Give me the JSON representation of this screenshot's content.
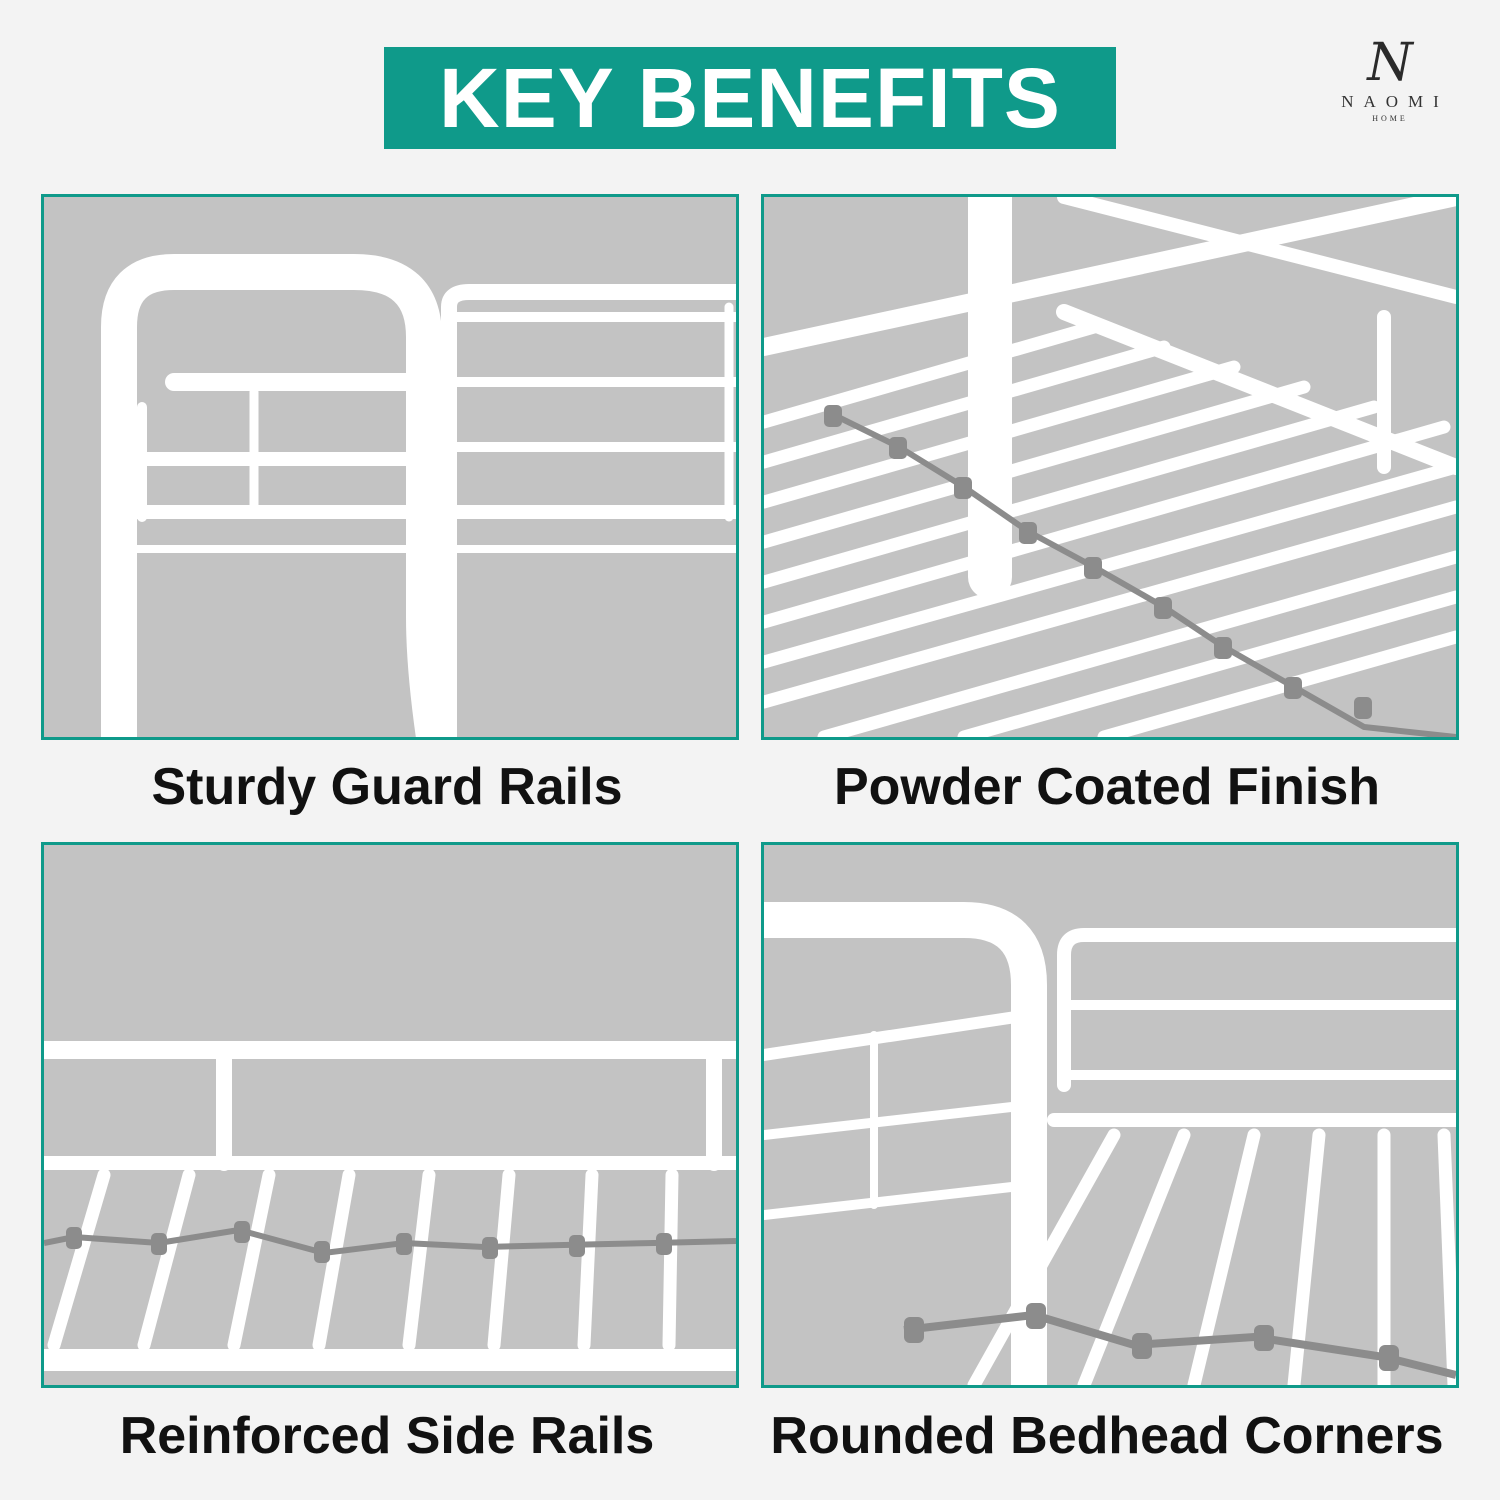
{
  "header": {
    "title": "KEY BENEFITS"
  },
  "brand": {
    "monogram": "N",
    "name": "NAOMI",
    "tagline": "HOME"
  },
  "features": [
    {
      "caption": "Sturdy Guard Rails"
    },
    {
      "caption": "Powder Coated Finish"
    },
    {
      "caption": "Reinforced Side Rails"
    },
    {
      "caption": "Rounded Bedhead Corners"
    }
  ],
  "colors": {
    "accent": "#0f9a8a",
    "panel_bg": "#c3c3c3",
    "frame": "#ffffff",
    "clip": "#8c8c8c"
  }
}
